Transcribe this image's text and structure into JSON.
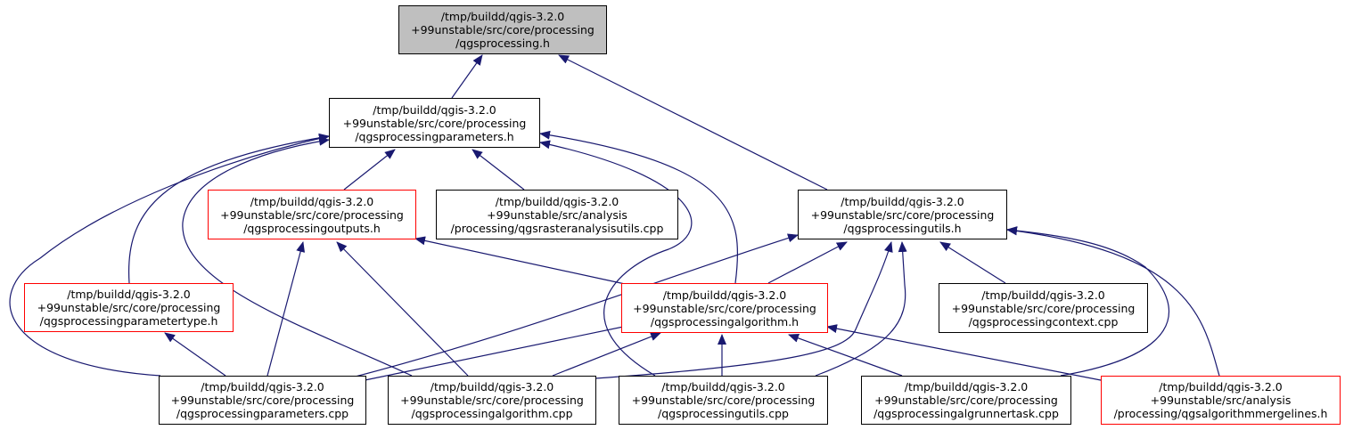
{
  "colors": {
    "edge": "#191970",
    "root_fill": "#bfbfbf",
    "red_border": "#ff0000",
    "black_border": "#000000"
  },
  "nodes": {
    "root": {
      "l1": "/tmp/buildd/qgis-3.2.0",
      "l2": "+99unstable/src/core/processing",
      "l3": "/qgsprocessing.h"
    },
    "params_h": {
      "l1": "/tmp/buildd/qgis-3.2.0",
      "l2": "+99unstable/src/core/processing",
      "l3": "/qgsprocessingparameters.h"
    },
    "outputs_h": {
      "l1": "/tmp/buildd/qgis-3.2.0",
      "l2": "+99unstable/src/core/processing",
      "l3": "/qgsprocessingoutputs.h"
    },
    "raster_cpp": {
      "l1": "/tmp/buildd/qgis-3.2.0",
      "l2": "+99unstable/src/analysis",
      "l3": "/processing/qgsrasteranalysisutils.cpp"
    },
    "utils_h": {
      "l1": "/tmp/buildd/qgis-3.2.0",
      "l2": "+99unstable/src/core/processing",
      "l3": "/qgsprocessingutils.h"
    },
    "ptype_h": {
      "l1": "/tmp/buildd/qgis-3.2.0",
      "l2": "+99unstable/src/core/processing",
      "l3": "/qgsprocessingparametertype.h"
    },
    "algo_h": {
      "l1": "/tmp/buildd/qgis-3.2.0",
      "l2": "+99unstable/src/core/processing",
      "l3": "/qgsprocessingalgorithm.h"
    },
    "context_cpp": {
      "l1": "/tmp/buildd/qgis-3.2.0",
      "l2": "+99unstable/src/core/processing",
      "l3": "/qgsprocessingcontext.cpp"
    },
    "params_cpp": {
      "l1": "/tmp/buildd/qgis-3.2.0",
      "l2": "+99unstable/src/core/processing",
      "l3": "/qgsprocessingparameters.cpp"
    },
    "algo_cpp": {
      "l1": "/tmp/buildd/qgis-3.2.0",
      "l2": "+99unstable/src/core/processing",
      "l3": "/qgsprocessingalgorithm.cpp"
    },
    "utils_cpp": {
      "l1": "/tmp/buildd/qgis-3.2.0",
      "l2": "+99unstable/src/core/processing",
      "l3": "/qgsprocessingutils.cpp"
    },
    "runner_cpp": {
      "l1": "/tmp/buildd/qgis-3.2.0",
      "l2": "+99unstable/src/core/processing",
      "l3": "/qgsprocessingalgrunnertask.cpp"
    },
    "merge_h": {
      "l1": "/tmp/buildd/qgis-3.2.0",
      "l2": "+99unstable/src/analysis",
      "l3": "/processing/qgsalgorithmmergelines.h"
    }
  }
}
